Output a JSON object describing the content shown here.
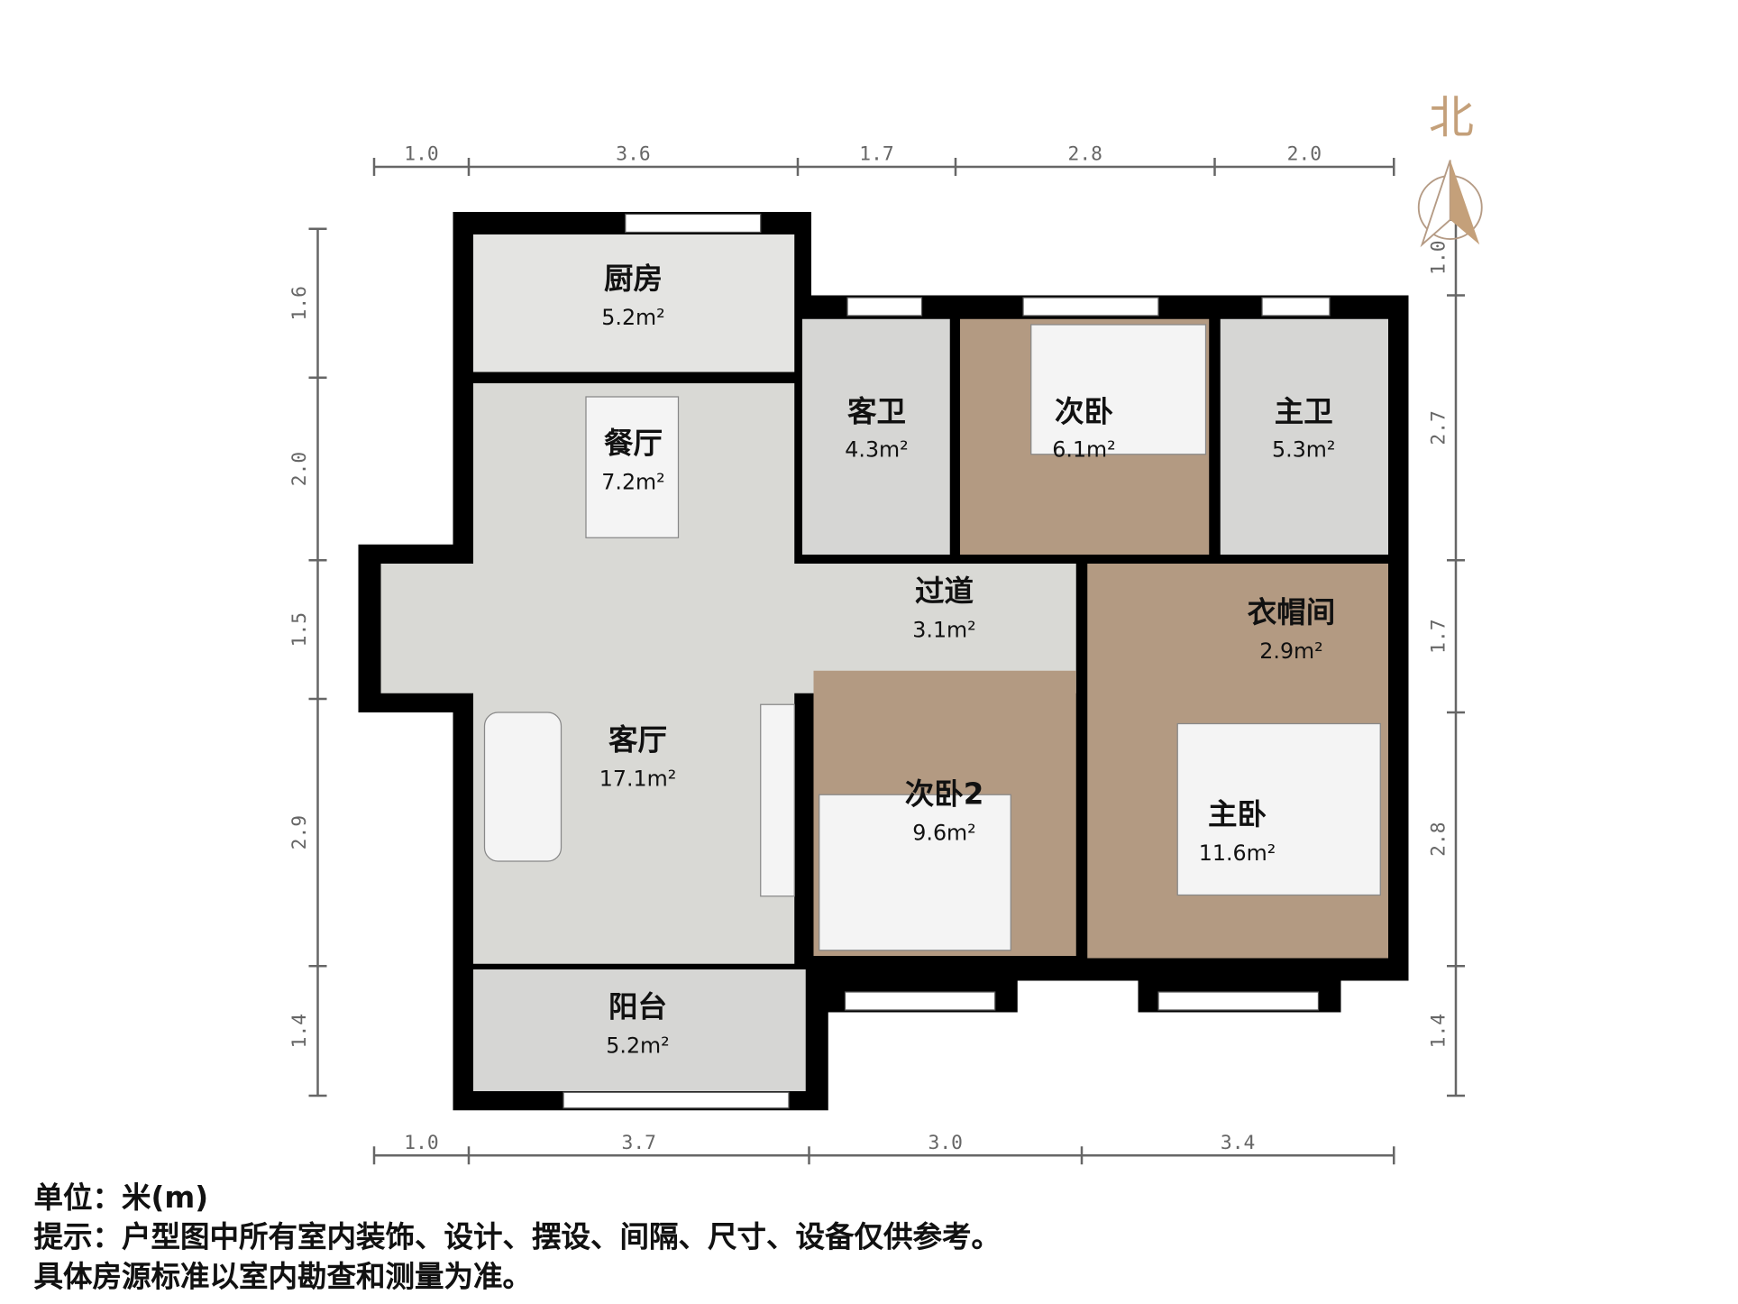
{
  "compass": {
    "label": "北",
    "color": "#c4a07a"
  },
  "dimensions": {
    "top": [
      "1.0",
      "3.6",
      "1.7",
      "2.8",
      "2.0"
    ],
    "bottom": [
      "1.0",
      "3.7",
      "3.0",
      "3.4"
    ],
    "left": [
      "1.6",
      "2.0",
      "1.5",
      "2.9",
      "1.4"
    ],
    "right": [
      "1.0",
      "2.7",
      "1.7",
      "2.8",
      "1.4"
    ]
  },
  "rooms": [
    {
      "name": "厨房",
      "area": "5.2m²"
    },
    {
      "name": "餐厅",
      "area": "7.2m²"
    },
    {
      "name": "客卫",
      "area": "4.3m²"
    },
    {
      "name": "次卧",
      "area": "6.1m²"
    },
    {
      "name": "主卫",
      "area": "5.3m²"
    },
    {
      "name": "过道",
      "area": "3.1m²"
    },
    {
      "name": "衣帽间",
      "area": "2.9m²"
    },
    {
      "name": "客厅",
      "area": "17.1m²"
    },
    {
      "name": "次卧2",
      "area": "9.6m²"
    },
    {
      "name": "主卧",
      "area": "11.6m²"
    },
    {
      "name": "阳台",
      "area": "5.2m²"
    }
  ],
  "colors": {
    "wall": "#000000",
    "tile": "#d8d8d4",
    "wood": "#b39a82",
    "window": "#ffffff"
  },
  "notes": [
    "单位：米(m)",
    "提示：户型图中所有室内装饰、设计、摆设、间隔、尺寸、设备仅供参考。",
    "具体房源标准以室内勘查和测量为准。"
  ]
}
